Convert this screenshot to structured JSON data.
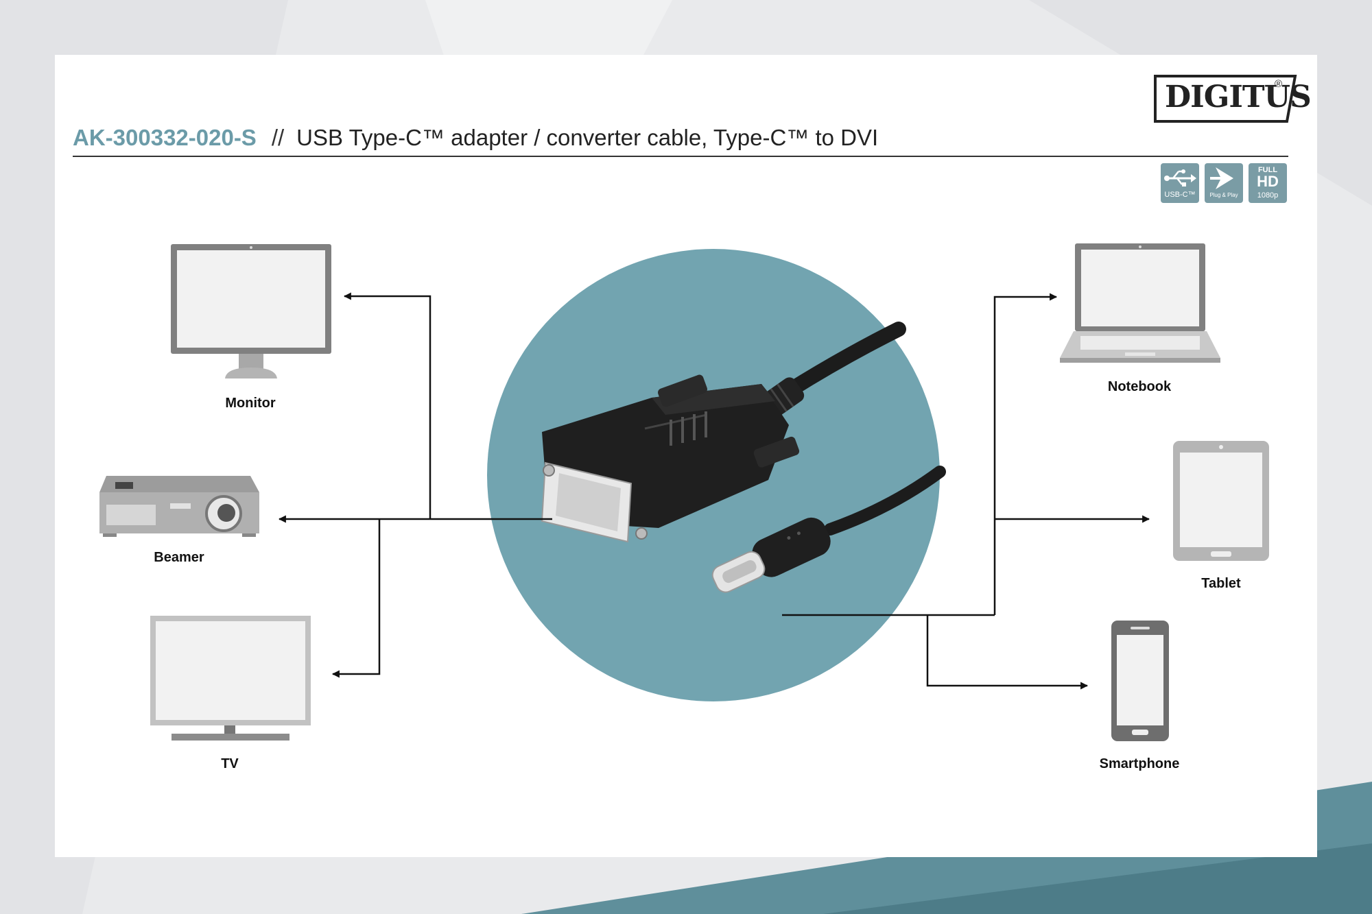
{
  "header": {
    "product_code": "AK-300332-020-S",
    "separator": "//",
    "title": "USB Type-C™ adapter / converter cable, Type-C™ to DVI"
  },
  "brand": {
    "logo_text": "DIGITUS",
    "registered_mark": "®"
  },
  "badges": [
    {
      "icon": "usb-icon",
      "label": "USB-C™"
    },
    {
      "icon": "plug-and-play-icon",
      "label": "Plug & Play"
    },
    {
      "icon": "full-hd-icon",
      "top": "FULL",
      "main": "HD",
      "label": "1080p"
    }
  ],
  "devices": {
    "monitor": "Monitor",
    "beamer": "Beamer",
    "tv": "TV",
    "notebook": "Notebook",
    "tablet": "Tablet",
    "smartphone": "Smartphone"
  },
  "colors": {
    "accent": "#6b9ba8",
    "circle": "#72a4b0",
    "device_gray": "#8a8a8a",
    "screen": "#f2f2f2"
  }
}
